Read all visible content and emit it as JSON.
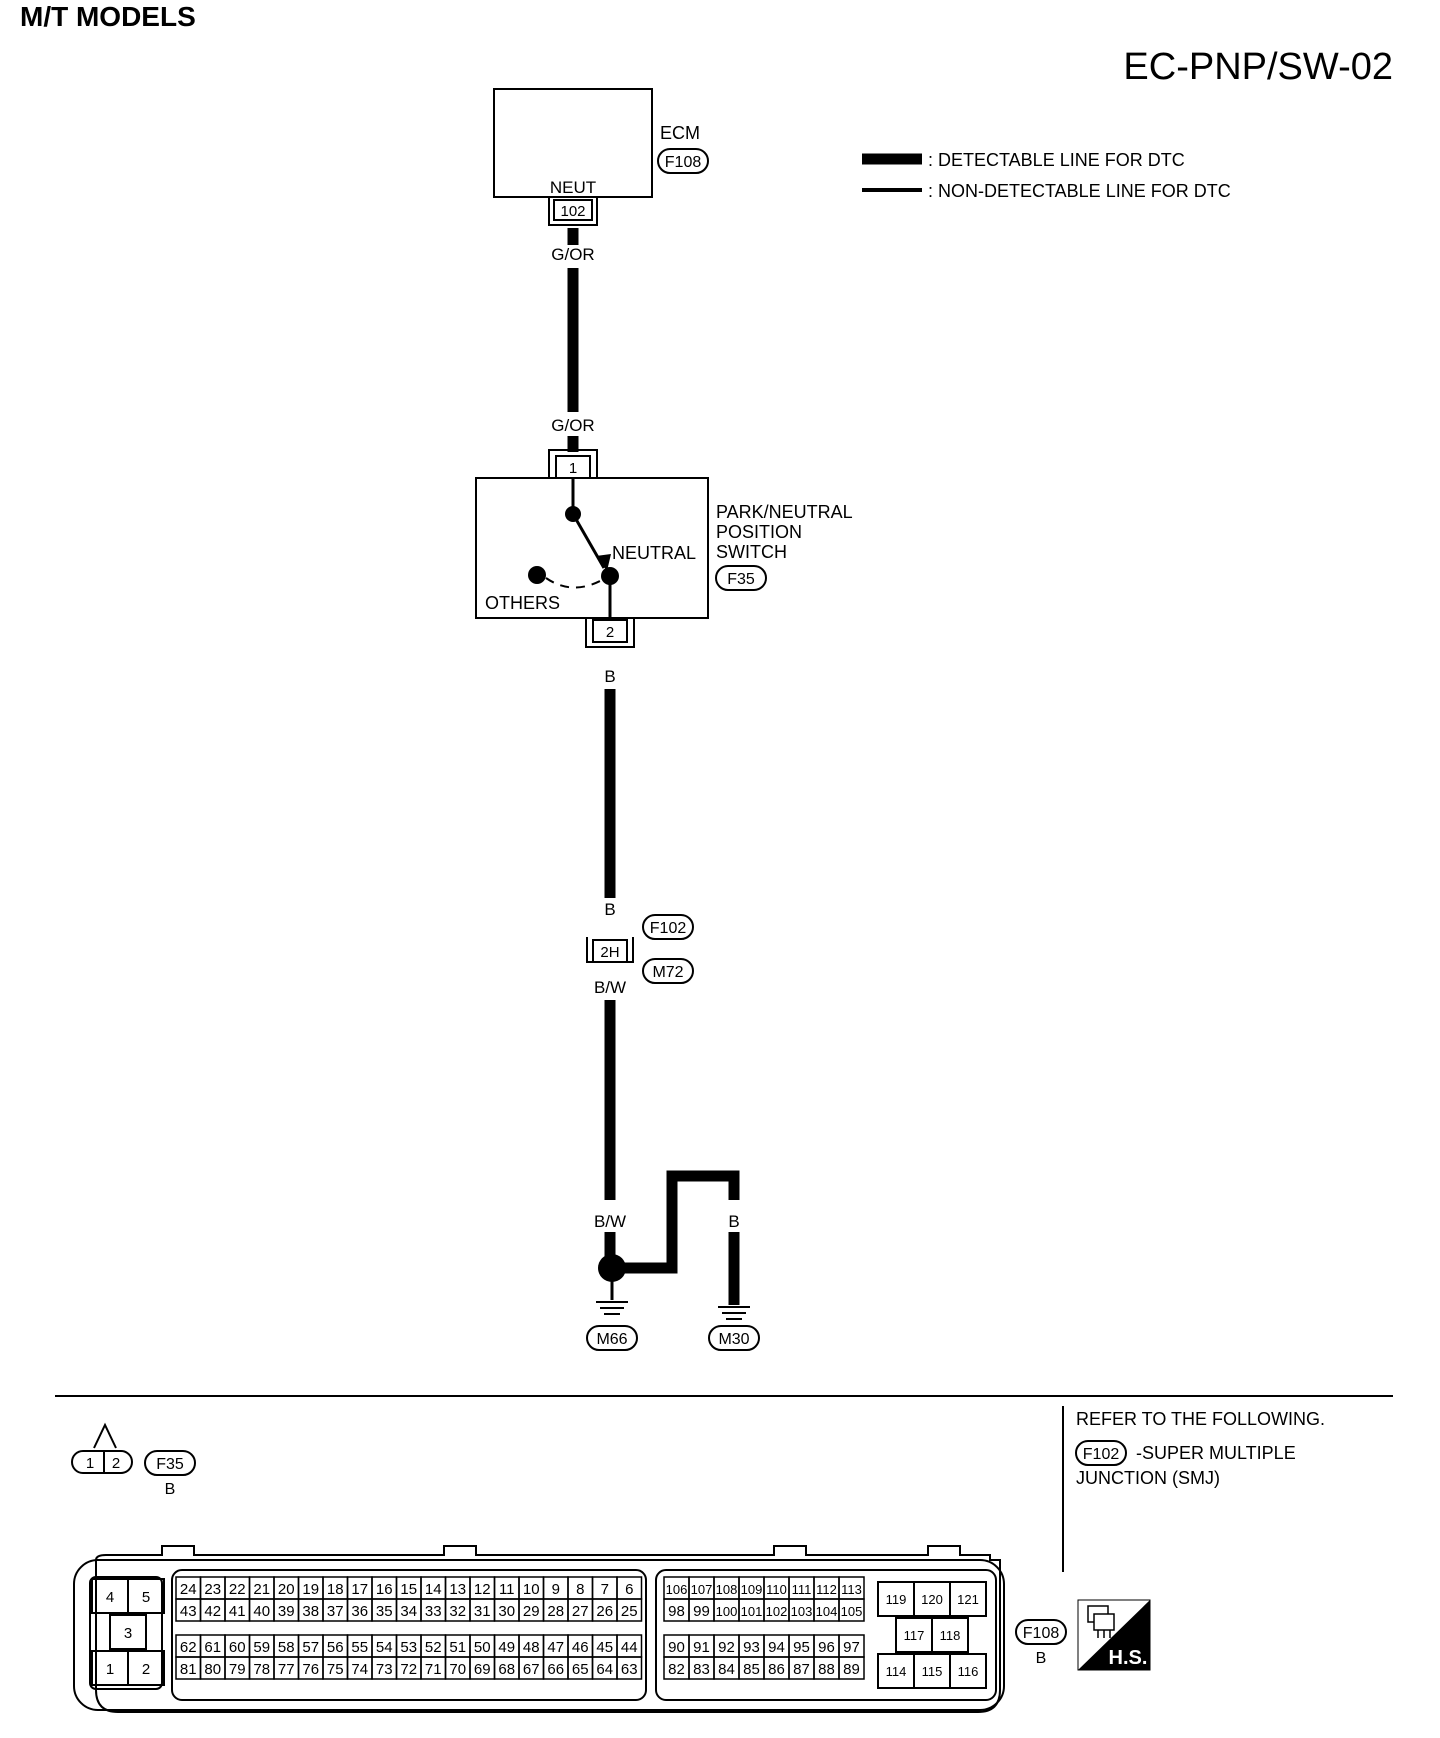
{
  "header": {
    "model_title": "M/T MODELS",
    "diagram_code": "EC-PNP/SW-02"
  },
  "legend": {
    "detectable": ": DETECTABLE LINE FOR DTC",
    "non_detectable": ": NON-DETECTABLE LINE FOR DTC"
  },
  "ecm": {
    "name": "ECM",
    "connector": "F108",
    "terminal_name": "NEUT",
    "terminal": "102"
  },
  "wires": {
    "ecm_out": "G/OR",
    "switch_in": "G/OR",
    "switch_out": "B",
    "smj_in": "B",
    "smj_out": "B/W",
    "ground_in": "B/W",
    "ground_b1": "B",
    "ground_b2": "B"
  },
  "switch": {
    "name_line1": "PARK/NEUTRAL",
    "name_line2": "POSITION",
    "name_line3": "SWITCH",
    "connector": "F35",
    "terminal_in": "1",
    "terminal_out": "2",
    "neutral_label": "NEUTRAL",
    "others_label": "OTHERS"
  },
  "junction": {
    "terminal": "2H",
    "connector_top": "F102",
    "connector_bottom": "M72"
  },
  "grounds": {
    "left": "M66",
    "right": "M30"
  },
  "connector_views": {
    "f35_pins": [
      "1",
      "2"
    ],
    "f35_name": "F35",
    "f35_color": "B",
    "f108_name": "F108",
    "f108_color": "B",
    "f108_left_block": [
      "4",
      "5",
      "3",
      "1",
      "2"
    ],
    "f108_row1": [
      "24",
      "23",
      "22",
      "21",
      "20",
      "19",
      "18",
      "17",
      "16",
      "15",
      "14",
      "13",
      "12",
      "11",
      "10",
      "9",
      "8",
      "7",
      "6"
    ],
    "f108_row2": [
      "43",
      "42",
      "41",
      "40",
      "39",
      "38",
      "37",
      "36",
      "35",
      "34",
      "33",
      "32",
      "31",
      "30",
      "29",
      "28",
      "27",
      "26",
      "25"
    ],
    "f108_row3": [
      "62",
      "61",
      "60",
      "59",
      "58",
      "57",
      "56",
      "55",
      "54",
      "53",
      "52",
      "51",
      "50",
      "49",
      "48",
      "47",
      "46",
      "45",
      "44"
    ],
    "f108_row4": [
      "81",
      "80",
      "79",
      "78",
      "77",
      "76",
      "75",
      "74",
      "73",
      "72",
      "71",
      "70",
      "69",
      "68",
      "67",
      "66",
      "65",
      "64",
      "63"
    ],
    "f108_mid_row1": [
      "106",
      "107",
      "108",
      "109",
      "110",
      "111",
      "112",
      "113"
    ],
    "f108_mid_row2": [
      "98",
      "99",
      "100",
      "101",
      "102",
      "103",
      "104",
      "105"
    ],
    "f108_mid_row3": [
      "90",
      "91",
      "92",
      "93",
      "94",
      "95",
      "96",
      "97"
    ],
    "f108_mid_row4": [
      "82",
      "83",
      "84",
      "85",
      "86",
      "87",
      "88",
      "89"
    ],
    "f108_right_block": [
      "119",
      "120",
      "121",
      "117",
      "118",
      "114",
      "115",
      "116"
    ]
  },
  "refer": {
    "line1": "REFER TO THE FOLLOWING.",
    "connector": "F102",
    "line2": "-SUPER MULTIPLE",
    "line3": "JUNCTION (SMJ)"
  },
  "hs_badge": "H.S."
}
